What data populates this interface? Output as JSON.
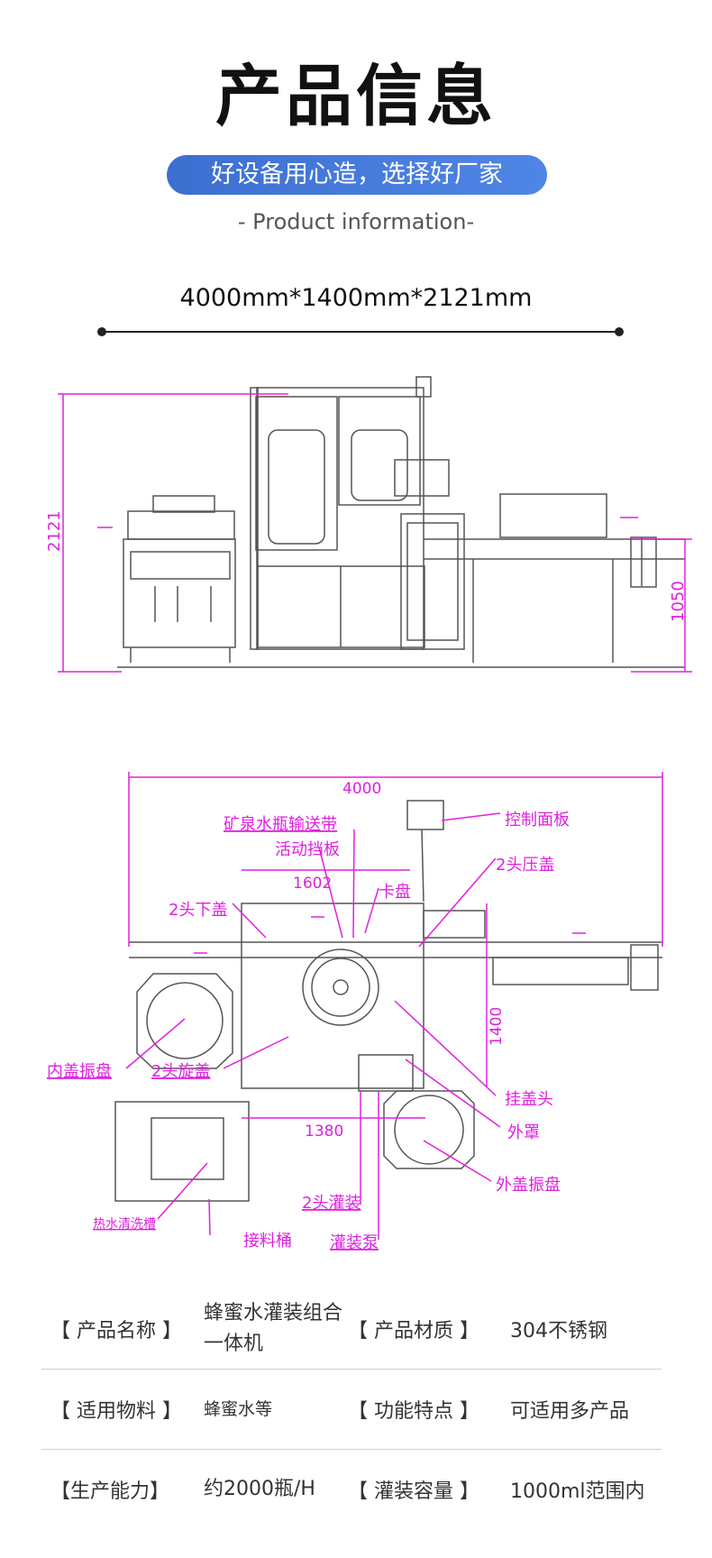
{
  "header": {
    "title": "产品信息",
    "slogan": "好设备用心造，选择好厂家",
    "subtitle": "- Product information-"
  },
  "dimensions_text": "4000mm*1400mm*2121mm",
  "front_view": {
    "height_total": "2121",
    "height_conveyor": "1050"
  },
  "top_view": {
    "length_total": "4000",
    "width_total": "1400",
    "span_1602": "1602",
    "span_1380": "1380",
    "labels": {
      "conveyor": "矿泉水瓶输送带",
      "baffle": "活动挡板",
      "control_panel": "控制面板",
      "press_cap": "2头压盖",
      "drop_cap": "2头下盖",
      "star_wheel": "卡盘",
      "inner_cap_vibrator": "内盖振盘",
      "screw_cap": "2头旋盖",
      "cap_hanger": "挂盖头",
      "outer_cover": "外罩",
      "outer_cap_vibrator": "外盖振盘",
      "hot_water_tank": "热水清洗槽",
      "filling_2head": "2头灌装",
      "collector": "接料桶",
      "filling_pump": "灌装泵"
    }
  },
  "specs": [
    {
      "label1": "【 产品名称 】",
      "value1": "蜂蜜水灌装组合一体机",
      "label2": "【 产品材质 】",
      "value2": "304不锈钢"
    },
    {
      "label1": "【 适用物料 】",
      "value1": "蜂蜜水等",
      "label2": "【 功能特点 】",
      "value2": "可适用多产品"
    },
    {
      "label1": "【生产能力】",
      "value1": "约2000瓶/H",
      "label2": "【 灌装容量 】",
      "value2": "1000ml范围内"
    }
  ],
  "colors": {
    "accent": "#4a7fe0",
    "dimension_magenta": "#e020e0",
    "line_gray": "#555555"
  }
}
